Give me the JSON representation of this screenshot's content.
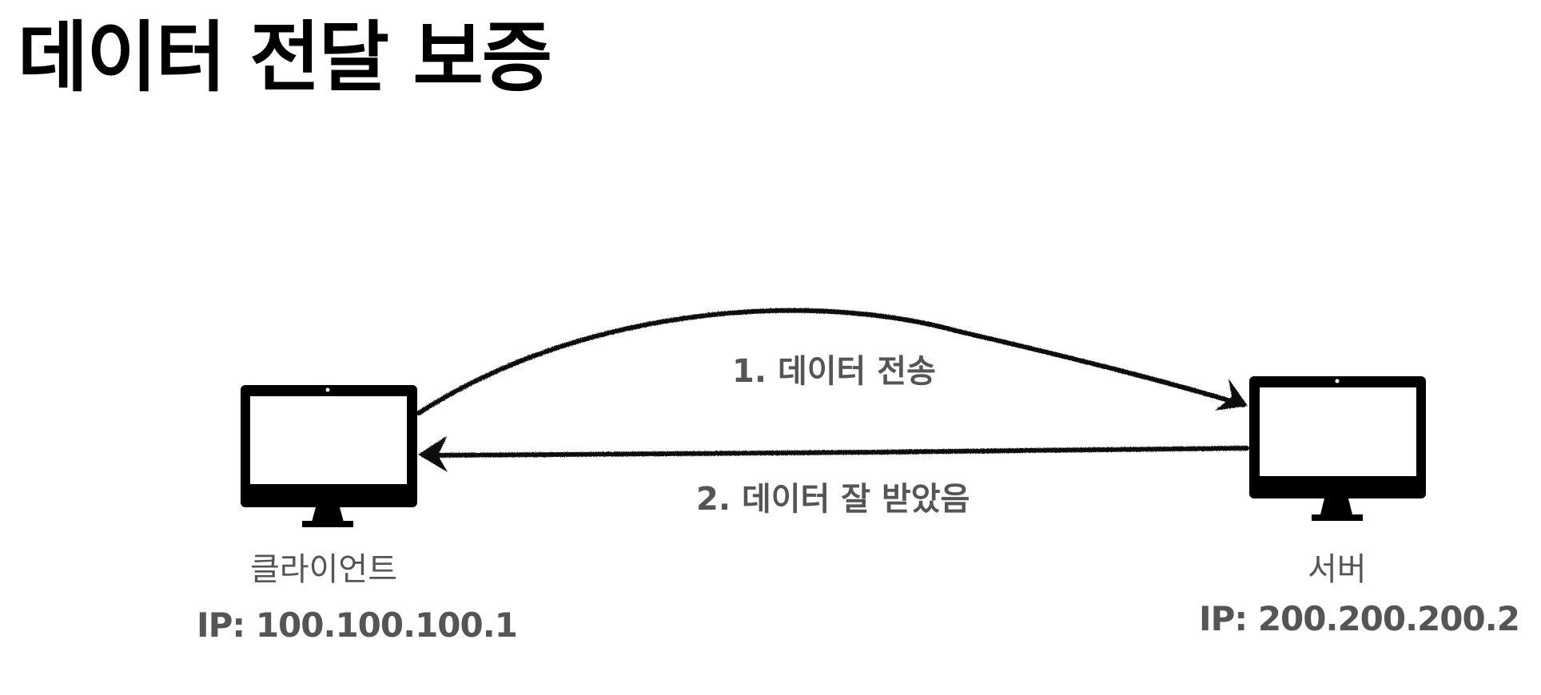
{
  "title": "데이터 전달 보증",
  "nodes": {
    "client": {
      "name": "클라이언트",
      "ip": "IP: 100.100.100.1",
      "icon": "desktop-monitor-icon"
    },
    "server": {
      "name": "서버",
      "ip": "IP: 200.200.200.2",
      "icon": "desktop-monitor-icon"
    }
  },
  "messages": [
    {
      "label": "1. 데이터 전송",
      "from": "client",
      "to": "server",
      "shape": "curved-arrow"
    },
    {
      "label": "2. 데이터 잘 받았음",
      "from": "server",
      "to": "client",
      "shape": "straight-arrow"
    }
  ],
  "colors": {
    "title": "#000000",
    "label": "#555555",
    "stroke": "#111111"
  }
}
